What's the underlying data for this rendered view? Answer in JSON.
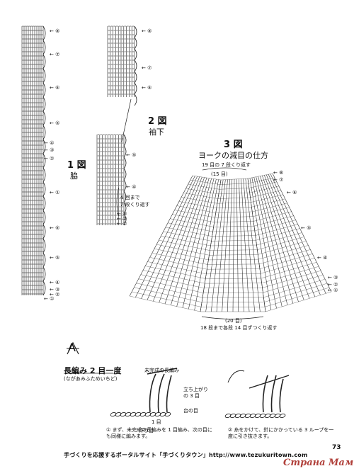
{
  "figure1": {
    "number": "1 図",
    "name": "脇"
  },
  "figure2": {
    "number": "2 図",
    "name": "袖下",
    "repeat_note": [
      "4 回まで",
      "7 段くり返す"
    ]
  },
  "figure3": {
    "number": "3 図",
    "title": "ヨークの減目の仕方",
    "top_note": "19 目の 7 段くり返す",
    "top_count": "(15 目)",
    "bottom_count": "(20 目)",
    "bottom_note": "18 段まで各段 14 目ずつくり返す"
  },
  "technique": {
    "symbol": "A",
    "title": "長編み 2 目一度",
    "reading": "(ながあみふためいちど)",
    "step1_labels": [
      "未完成の長編み",
      "立ち上がりの 3 目",
      "1 目",
      "台の目",
      "作り目"
    ],
    "step1_text": "① まず、未完成の長編みを 1 目編み、次の目にも同様に編みます。",
    "step2_text": "② 糸をかけて、針にかかっている 3 ループを一度に引き抜きます。"
  },
  "markers": {
    "fig1": [
      "⑧",
      "⑦",
      "⑥",
      "⑤",
      "④",
      "③",
      "②",
      "①",
      "⑥",
      "⑤",
      "④",
      "③",
      "②",
      "①"
    ],
    "fig2": [
      "⑧",
      "⑦",
      "⑥",
      "⑤",
      "④",
      "③",
      "②",
      "①"
    ],
    "fig3": [
      "⑧",
      "⑦",
      "⑥",
      "⑤",
      "④",
      "③",
      "②",
      "①"
    ]
  },
  "footer": {
    "text": "手づくりを応援するポータルサイト「手づくりタウン」http://www.tezukuritown.com",
    "page": "73",
    "watermark": "Страна Мам"
  }
}
